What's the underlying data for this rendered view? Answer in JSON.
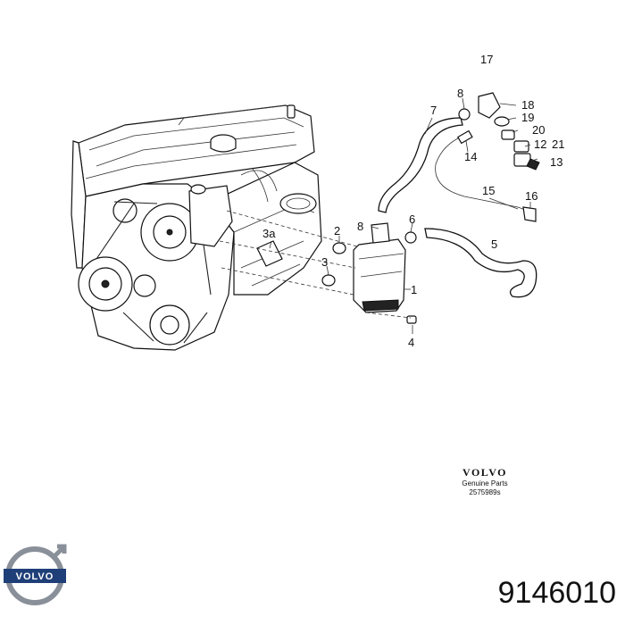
{
  "callouts": [
    {
      "id": "c17",
      "text": "17"
    },
    {
      "id": "c8a",
      "text": "8"
    },
    {
      "id": "c18",
      "text": "18"
    },
    {
      "id": "c19",
      "text": "19"
    },
    {
      "id": "c20",
      "text": "20"
    },
    {
      "id": "c12",
      "text": "12"
    },
    {
      "id": "c21",
      "text": "21"
    },
    {
      "id": "c13",
      "text": "13"
    },
    {
      "id": "c7",
      "text": "7"
    },
    {
      "id": "c14",
      "text": "14"
    },
    {
      "id": "c15",
      "text": "15"
    },
    {
      "id": "c16",
      "text": "16"
    },
    {
      "id": "c8b",
      "text": "8"
    },
    {
      "id": "c6",
      "text": "6"
    },
    {
      "id": "c5",
      "text": "5"
    },
    {
      "id": "c3a",
      "text": "3a"
    },
    {
      "id": "c2",
      "text": "2"
    },
    {
      "id": "c3",
      "text": "3"
    },
    {
      "id": "c1",
      "text": "1"
    },
    {
      "id": "c4",
      "text": "4"
    }
  ],
  "brand_block": {
    "word": "VOLVO",
    "subtitle": "Genuine Parts",
    "reference": "2575989s"
  },
  "logo_text": "VOLVO",
  "part_number": "9146010",
  "colors": {
    "ink": "#111111",
    "logo_blue": "#1f3f78",
    "logo_ring": "#8a9099"
  }
}
